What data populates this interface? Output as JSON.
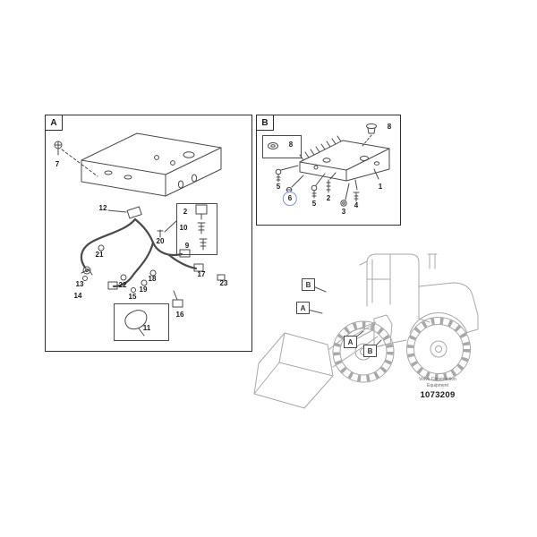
{
  "figure": {
    "caption_line1": "Volvo Construction",
    "caption_line2": "Equipment",
    "drawing_number": "1073209"
  },
  "panel_a": {
    "label": "A",
    "callouts": [
      {
        "n": "7"
      },
      {
        "n": "12"
      },
      {
        "n": "2"
      },
      {
        "n": "10"
      },
      {
        "n": "9"
      },
      {
        "n": "20"
      },
      {
        "n": "21"
      },
      {
        "n": "13"
      },
      {
        "n": "14"
      },
      {
        "n": "22"
      },
      {
        "n": "15"
      },
      {
        "n": "19"
      },
      {
        "n": "18"
      },
      {
        "n": "17"
      },
      {
        "n": "23"
      },
      {
        "n": "16"
      },
      {
        "n": "11"
      }
    ]
  },
  "panel_b": {
    "label": "B",
    "highlight_color": "#7a96d8",
    "callouts": [
      {
        "n": "8"
      },
      {
        "n": "8"
      },
      {
        "n": "1"
      },
      {
        "n": "5"
      },
      {
        "n": "6",
        "highlighted": true
      },
      {
        "n": "5"
      },
      {
        "n": "2"
      },
      {
        "n": "3"
      },
      {
        "n": "4"
      }
    ]
  },
  "machine": {
    "labels": [
      {
        "n": "B"
      },
      {
        "n": "A"
      },
      {
        "n": "A"
      },
      {
        "n": "B"
      }
    ]
  }
}
